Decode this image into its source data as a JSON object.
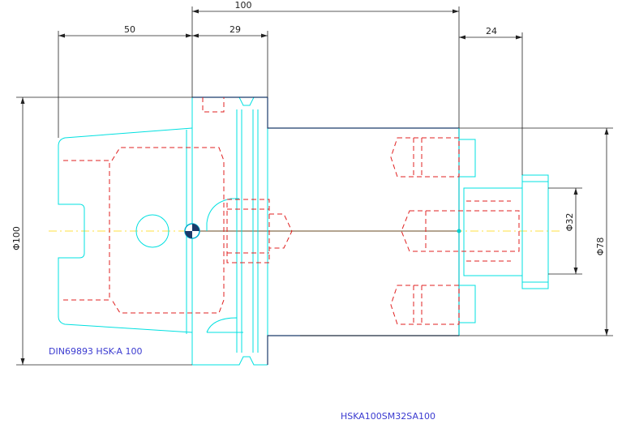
{
  "colors": {
    "outline": "#00e0e0",
    "body": "#1a3a6a",
    "hidden": "#e02020",
    "center": "#ffe040",
    "dim": "#222222",
    "label": "#3a3ad0"
  },
  "dimensions": {
    "overall_length": "100",
    "taper_length": "50",
    "flange_length": "29",
    "projection": "24",
    "shank_diameter": "Φ100",
    "bore_diameter": "Φ32",
    "body_diameter": "Φ78"
  },
  "labels": {
    "standard": "DIN69893 HSK-A 100",
    "part_number": "HSKA100SM32SA100"
  }
}
